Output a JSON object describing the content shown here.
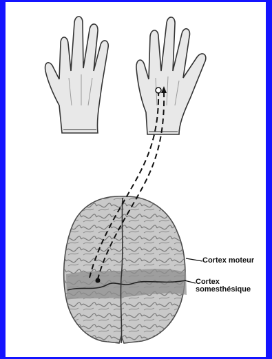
{
  "labels": {
    "motor_cortex": "Cortex moteur",
    "somatosensory_cortex_line1": "Cortex",
    "somatosensory_cortex_line2": "somesthésique"
  },
  "colors": {
    "frame_border": "#1414ff",
    "skin": "#e8e8e8",
    "brain": "#c9c9c9",
    "cortex_band": "#8f8f8f",
    "ink": "#111111"
  },
  "icons": {
    "left_hand": "hand-icon",
    "right_hand": "hand-icon",
    "brain": "brain-icon"
  }
}
